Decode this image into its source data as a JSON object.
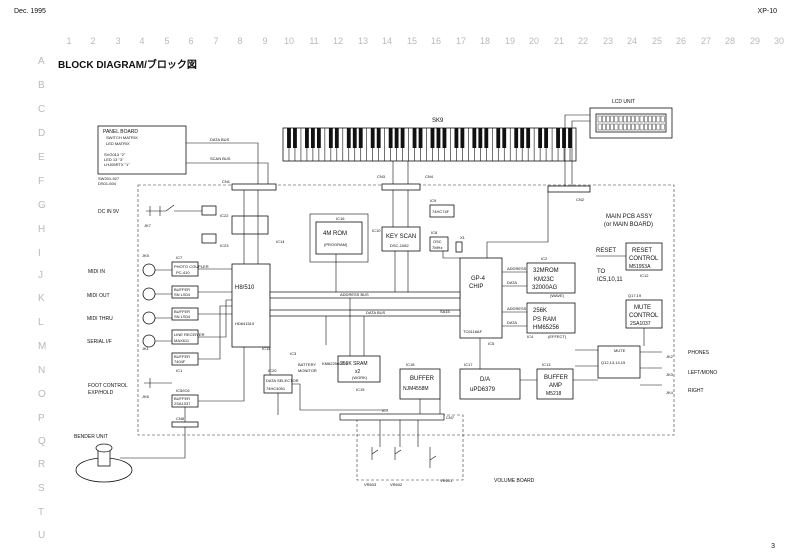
{
  "header": {
    "date": "Dec. 1995",
    "model": "XP-10",
    "page_number": "3"
  },
  "grid": {
    "columns": [
      "1",
      "2",
      "3",
      "4",
      "5",
      "6",
      "7",
      "8",
      "9",
      "10",
      "11",
      "12",
      "13",
      "14",
      "15",
      "16",
      "17",
      "18",
      "19",
      "20",
      "21",
      "22",
      "23",
      "24",
      "25",
      "26",
      "27",
      "28",
      "29",
      "30"
    ],
    "rows": [
      "A",
      "B",
      "C",
      "D",
      "E",
      "F",
      "G",
      "H",
      "I",
      "J",
      "K",
      "L",
      "M",
      "N",
      "O",
      "P",
      "Q",
      "R",
      "S",
      "T",
      "U"
    ]
  },
  "title": "BLOCK DIAGRAM/ブロック図",
  "labels": {
    "sk9": "SK9",
    "lcd_unit": "LCD UNIT",
    "panel_board": "PANEL BOARD",
    "panel_sub1": "SWITCH MATRIX",
    "panel_sub2": "LED MATRIX",
    "panel_parts1": "SVG013 \"2\"",
    "panel_parts2": "LED 13 \"3\"",
    "panel_parts3": "LHJ05RTX \"1\"",
    "panel_parts4": "SW201-927",
    "panel_parts5": "DS01-604",
    "data_bus_panel": "DATA BUS",
    "scan_bus": "SCAN BUS",
    "cn1": "CN1",
    "cn2a": "CN2",
    "cn2b": "CN2",
    "cn3": "CN3",
    "cn4": "CN4",
    "dc_in": "DC IN 9V",
    "jk7": "JK7",
    "ic22": "IC22",
    "ic21": "IC21",
    "ic23": "IC23",
    "ic14": "IC14",
    "ic11": "IC11",
    "h8_name": "H8/510",
    "h8_part": "HD641510",
    "midi_in": "MIDI IN",
    "midi_out": "MIDI OUT",
    "midi_thru": "MIDI THRU",
    "serial_if": "SERIAL I/F",
    "jk5": "JK5",
    "jk1": "JK1",
    "ic7_photo": "IC7",
    "photo_coupler": "PHOTO COUPLER",
    "photo_part": "PC-410",
    "buffer": "BUFFER",
    "buffer_part1": "SN LS04",
    "buffer_part2": "SN LS04",
    "line_receiver": "LINE RECEIVER",
    "line_part": "MAX611",
    "buffer_part3": "7404F",
    "ic1": "IC1",
    "foot_control": "FOOT CONTROL",
    "exp_hold": "EXP/HOLD",
    "jk6": "JK6",
    "ic5_buf": "IC5/IC6",
    "buffer_part4": "2SA1037",
    "cn8": "CN8",
    "bender_unit": "BENDER UNIT",
    "ic16": "IC16",
    "rom_name": "4M ROM",
    "rom_sub": "(PROGRAM)",
    "sram_name": "256K SRAM",
    "sram_sub": "x2",
    "sram_sub2": "(WORK)",
    "sram_part": "KM62256CF-7",
    "ic15": "IC15",
    "ic10": "IC10",
    "key_scan": "KEY SCAN",
    "key_scan_part": "DSC-1082",
    "ic9": "IC9",
    "ic9_part": "74HC74F",
    "ic8": "IC8",
    "osc": "OSC",
    "osc_part": "7MHz",
    "x1": "X1",
    "main_pcb1": "MAIN PCB ASSY",
    "main_pcb2": "(or MAIN BOARD)",
    "gp4_name": "GP-4",
    "gp4_sub": "CHIP",
    "gp4_part": "TC6116AF",
    "ic5": "IC5",
    "address_bus": "ADDRESS BUS",
    "data_bus": "DATA BUS",
    "address": "ADDRESS",
    "data": "DATA",
    "mrom_name": "32MROM",
    "mrom_part": "KM23C",
    "mrom_part2": "32000AG",
    "mrom_wave": "(WAVE)",
    "ic2": "IC2",
    "psram_name": "256K",
    "psram_sub": "PS RAM",
    "psram_part": "HM65256",
    "psram_effect": "(EFFECT)",
    "ic4": "IC4",
    "reset": "RESET",
    "reset_ctrl1": "RESET",
    "reset_ctrl2": "CONTROL",
    "reset_part": "M51953A",
    "ic12": "IC12",
    "to_label": "TO",
    "to_ics": "IC5,10,11",
    "q_label": "Q17,19",
    "mute_ctrl1": "MUTE",
    "mute_ctrl2": "CONTROL",
    "mute_part": "2SA1037",
    "mute_small": "MUTE",
    "q_small": "Q12,13,14,15",
    "phones": "PHONES",
    "left_mono": "LEFT/MONO",
    "right": "RIGHT",
    "jk2": "JK2",
    "jk3": "JK3",
    "jk4": "JK4",
    "ic13": "IC13",
    "buffer_amp1": "BUFFER",
    "buffer_amp2": "AMP",
    "buffer_amp_part": "M5218",
    "ic17": "IC17",
    "da_name": "D/A",
    "da_part": "uPD6379",
    "ic18": "IC18",
    "buffer2": "BUFFER",
    "buffer2_part": "NJM4558M",
    "ic20": "IC20",
    "data_selector": "DATA SELECTOR",
    "data_selector_part": "74HC4051",
    "battery1": "BATTERY",
    "battery2": "MONITOR",
    "ic3": "IC3",
    "volume_board": "VOLUME BOARD",
    "vr603": "VR603",
    "vr602": "VR602",
    "vr601": "VR601",
    "ic7_bus": "IC7",
    "sa15": "SA15",
    "cn7": "CN7"
  },
  "colors": {
    "ink": "#111111",
    "grid": "#b9b9b9",
    "bg": "#ffffff"
  }
}
